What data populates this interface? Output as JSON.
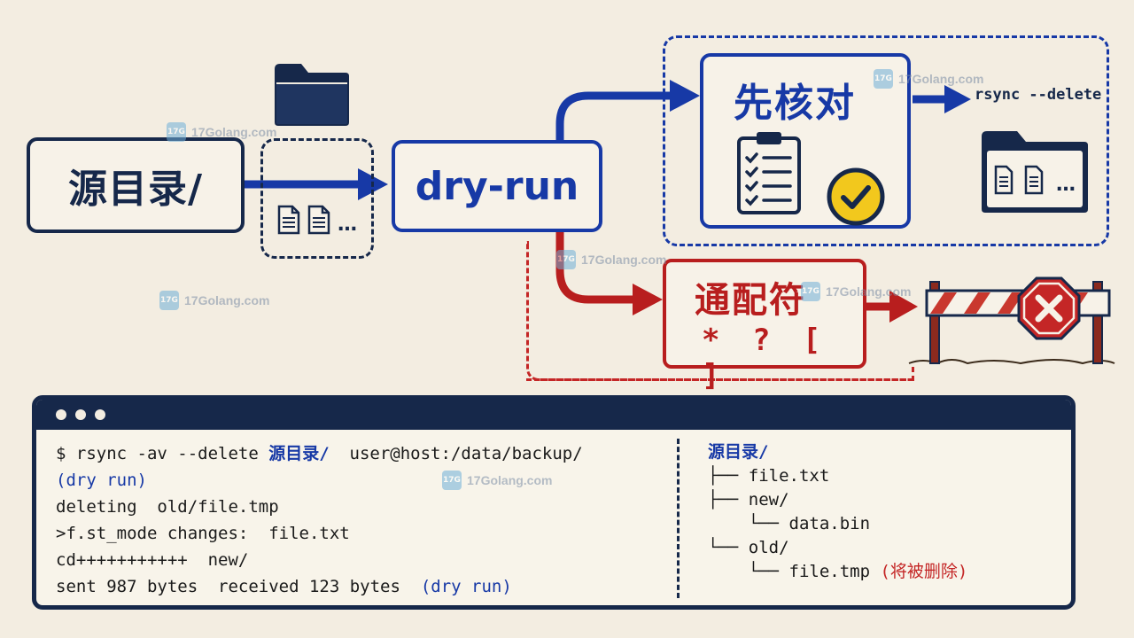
{
  "diagram": {
    "source_label": "源目录/",
    "dry_run_label": "dry-run",
    "check_label": "先核对",
    "rsync_delete_label": "rsync --delete",
    "wildcard_label": "通配符",
    "wildcard_symbols": "* ? [ ]",
    "files_ellipsis": "…"
  },
  "watermark": {
    "text": "17Golang.com",
    "logo_text": "17G"
  },
  "terminal": {
    "line1_prefix": "$ rsync -av --delete ",
    "line1_src": "源目录/",
    "line1_suffix": "  user@host:/data/backup/",
    "line2": "(dry run)",
    "line3": "deleting  old/file.tmp",
    "line4": ">f.st_mode changes:  file.txt",
    "line5": "cd+++++++++++  new/",
    "line6_prefix": "sent 987 bytes  received 123 bytes  ",
    "line6_suffix": "(dry run)"
  },
  "tree": {
    "root": "源目录/",
    "item1": "├── file.txt",
    "item2": "├── new/",
    "item3": "    └── data.bin",
    "item4": "└── old/",
    "item5": "    └── file.tmp",
    "item5_note": "(将被删除)"
  },
  "colors": {
    "navy": "#16284a",
    "blue": "#1739a6",
    "red": "#b81e1e",
    "yellow": "#f2c81d",
    "background": "#f3ede1"
  }
}
